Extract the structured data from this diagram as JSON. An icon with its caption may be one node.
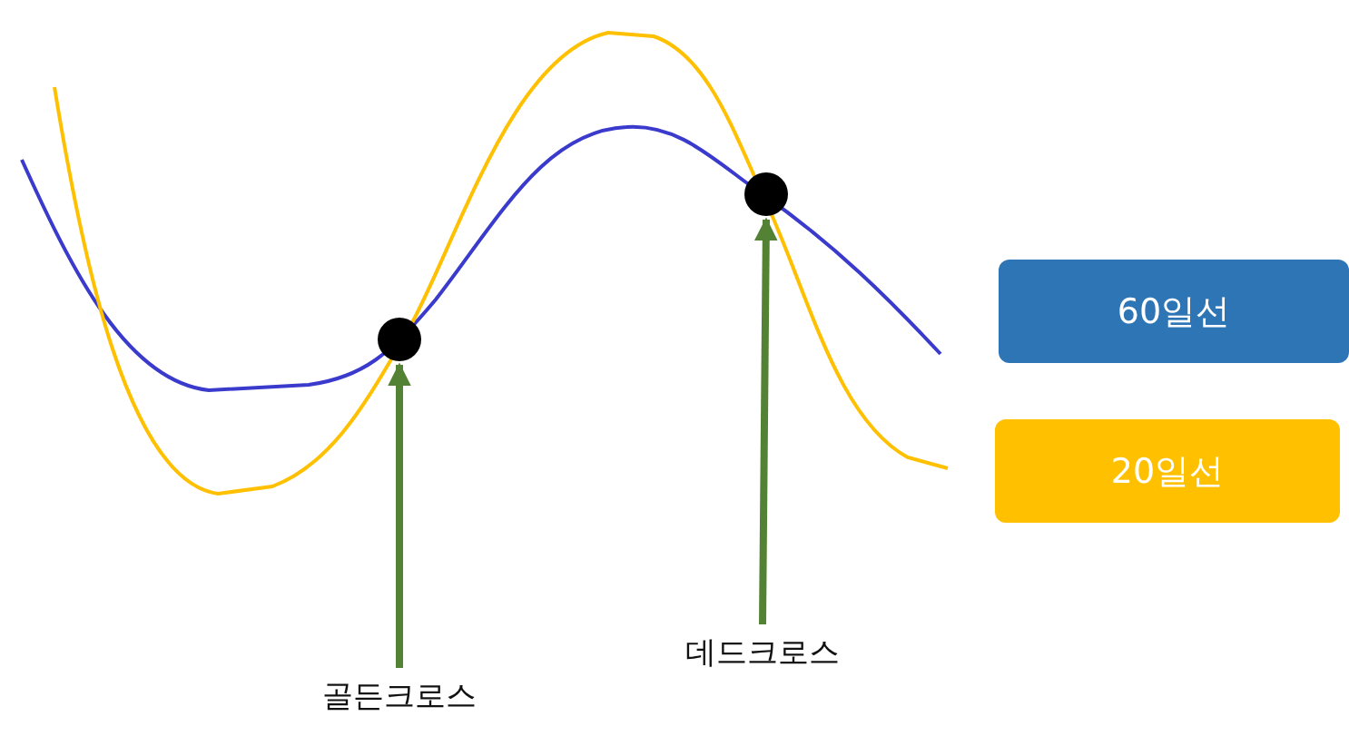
{
  "diagram": {
    "nodes": [
      {
        "text": [
          "골든크로스"
        ]
      },
      {
        "text": [],
        "shape": "circle"
      },
      {
        "text": [
          "데드크로스"
        ]
      },
      {
        "text": [],
        "shape": "circle"
      }
    ],
    "edges": [
      {
        "from": 0,
        "to": 1,
        "arrow": "to"
      },
      {
        "from": 2,
        "to": 3,
        "arrow": "to"
      }
    ],
    "legend": [
      {
        "text": "60일선",
        "color": "#2e75b6"
      },
      {
        "text": "20일선",
        "color": "#ffc000"
      }
    ]
  }
}
